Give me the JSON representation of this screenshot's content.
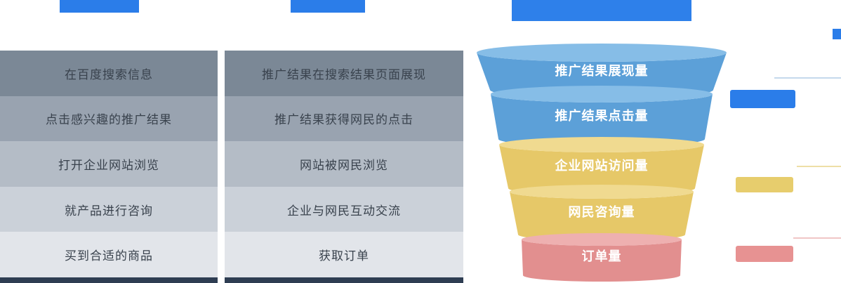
{
  "columns": {
    "left": {
      "rows": [
        "在百度搜索信息",
        "点击感兴趣的推广结果",
        "打开企业网站浏览",
        "就产品进行咨询",
        "买到合适的商品"
      ]
    },
    "middle": {
      "rows": [
        "推广结果在搜索结果页面展现",
        "推广结果获得网民的点击",
        "网站被网民浏览",
        "企业与网民互动交流",
        "获取订单"
      ]
    }
  },
  "funnel": {
    "levels": [
      {
        "label": "推广结果展现量",
        "color": "#5ca0d8",
        "top_color": "#86bde7"
      },
      {
        "label": "推广结果点击量",
        "color": "#5ca0d8",
        "top_color": "#86bde7"
      },
      {
        "label": "企业网站访问量",
        "color": "#e6c868",
        "top_color": "#f0da90"
      },
      {
        "label": "网民咨询量",
        "color": "#e6c868",
        "top_color": "#f0da90"
      },
      {
        "label": "订单量",
        "color": "#e28f8f",
        "top_color": "#eeb0b0"
      }
    ]
  },
  "colors": {
    "accent_blue": "#2b7de9",
    "legend_blue": "#2b7de9",
    "legend_yellow": "#e7cd6d",
    "legend_red": "#e79292",
    "row_shades": [
      "#7b8896",
      "#99a3b0",
      "#b4bcc6",
      "#cbd1d9",
      "#e2e5ea"
    ],
    "bottom_bar": "#2e3d52"
  }
}
